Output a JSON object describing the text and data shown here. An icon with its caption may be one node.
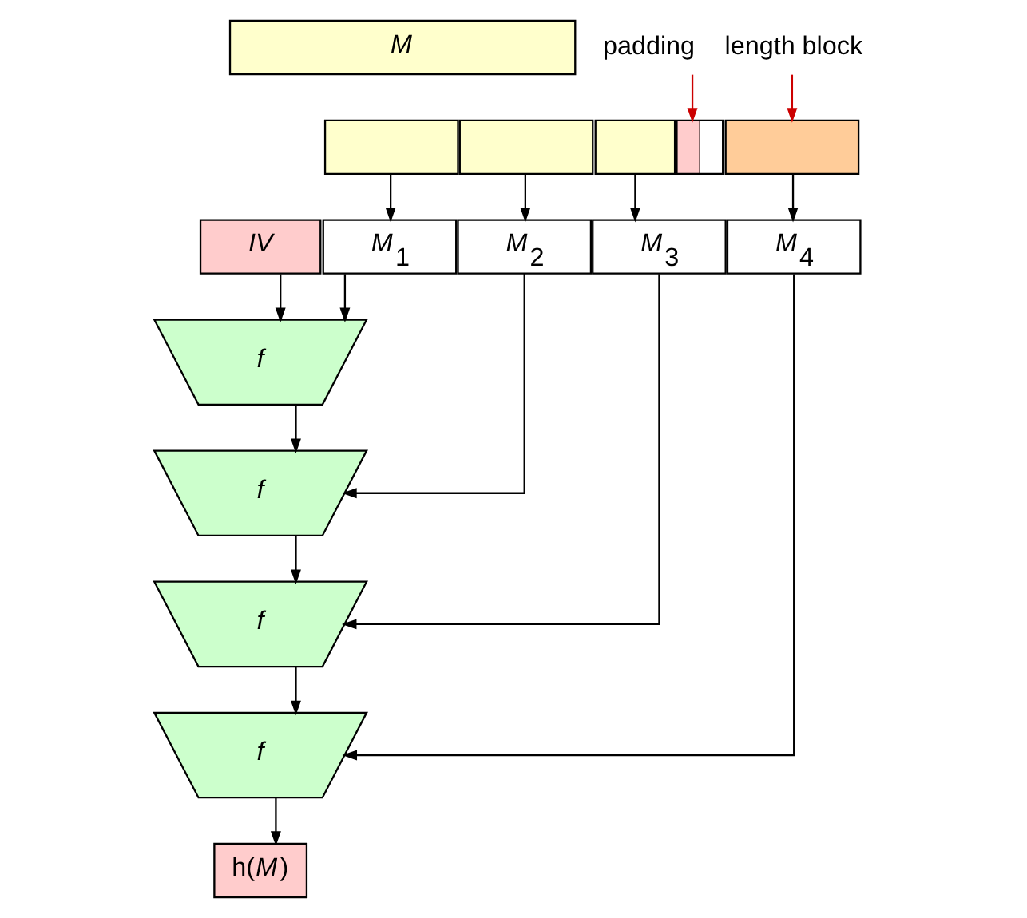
{
  "diagram": {
    "nodes": [
      {
        "text": [
          "M"
        ]
      },
      {
        "text": [
          "padding"
        ]
      },
      {
        "text": [
          "length block"
        ]
      },
      {
        "text": [],
        "shape": "box"
      },
      {
        "text": [],
        "shape": "box"
      },
      {
        "text": [],
        "shape": "box"
      },
      {
        "text": [],
        "shape": "box"
      },
      {
        "text": [],
        "shape": "box"
      },
      {
        "text": [
          "IV"
        ]
      },
      {
        "text": [
          "M$_{1}$"
        ]
      },
      {
        "text": [
          "M$_{2}$"
        ]
      },
      {
        "text": [
          "M$_{3}$"
        ]
      },
      {
        "text": [
          "M$_{4}$"
        ]
      },
      {
        "text": [
          "f"
        ]
      },
      {
        "text": [
          "f"
        ]
      },
      {
        "text": [
          "f"
        ]
      },
      {
        "text": [
          "f"
        ]
      },
      {
        "text": [
          "h(*M*)"
        ]
      }
    ],
    "edges": [
      {
        "from": 1,
        "to": 6,
        "arrow": "to",
        "color": "#cc0000"
      },
      {
        "from": 2,
        "to": 7,
        "arrow": "to",
        "color": "#cc0000"
      },
      {
        "from": 3,
        "to": 9,
        "arrow": "to"
      },
      {
        "from": 4,
        "to": 10,
        "arrow": "to"
      },
      {
        "from": 5,
        "to": 11,
        "arrow": "to"
      },
      {
        "from": 7,
        "to": 12,
        "arrow": "to"
      },
      {
        "from": 8,
        "to": 13,
        "arrow": "to"
      },
      {
        "from": 9,
        "to": 13,
        "arrow": "to"
      },
      {
        "from": 13,
        "to": 14,
        "arrow": "to"
      },
      {
        "from": 10,
        "to": 14,
        "arrow": "to"
      },
      {
        "from": 14,
        "to": 15,
        "arrow": "to"
      },
      {
        "from": 11,
        "to": 15,
        "arrow": "to"
      },
      {
        "from": 15,
        "to": 16,
        "arrow": "to"
      },
      {
        "from": 12,
        "to": 16,
        "arrow": "to"
      },
      {
        "from": 16,
        "to": 17,
        "arrow": "to"
      }
    ]
  }
}
